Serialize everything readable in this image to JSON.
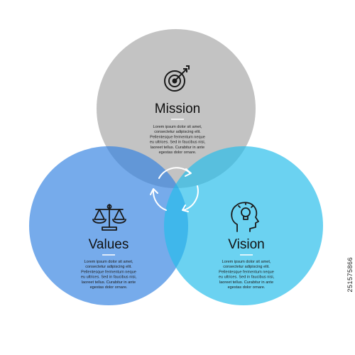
{
  "circles": {
    "mission": {
      "title": "Mission",
      "icon": "target-icon",
      "color": "#a8a8a8",
      "body": [
        "Lorem ipsum dolor sit amet,",
        "consectetur adipiscing elit.",
        "Pellentesque fermentum neque",
        "eu ultrices. Sed in faucibus nisi,",
        "laoreet tellus. Curabitur in ante",
        "egestas dolor ornare."
      ]
    },
    "values": {
      "title": "Values",
      "icon": "scales-icon",
      "color": "#4a90e2",
      "body": [
        "Lorem ipsum dolor sit amet,",
        "consectetur adipiscing elit.",
        "Pellentesque fermentum neque",
        "eu ultrices. Sed in faucibus nisi,",
        "laoreet tellus. Curabitur in ante",
        "egestas dolor ornare."
      ]
    },
    "vision": {
      "title": "Vision",
      "icon": "head-lightbulb-icon",
      "color": "#3ec4ec",
      "body": [
        "Lorem ipsum dolor sit amet,",
        "consectetur adipiscing elit.",
        "Pellentesque fermentum neque",
        "eu ultrices. Sed in faucibus nisi,",
        "laoreet tellus. Curabitur in ante",
        "egestas dolor ornare."
      ]
    }
  },
  "center_icon": "cycle-arrows-icon",
  "side_tag": "251575866"
}
